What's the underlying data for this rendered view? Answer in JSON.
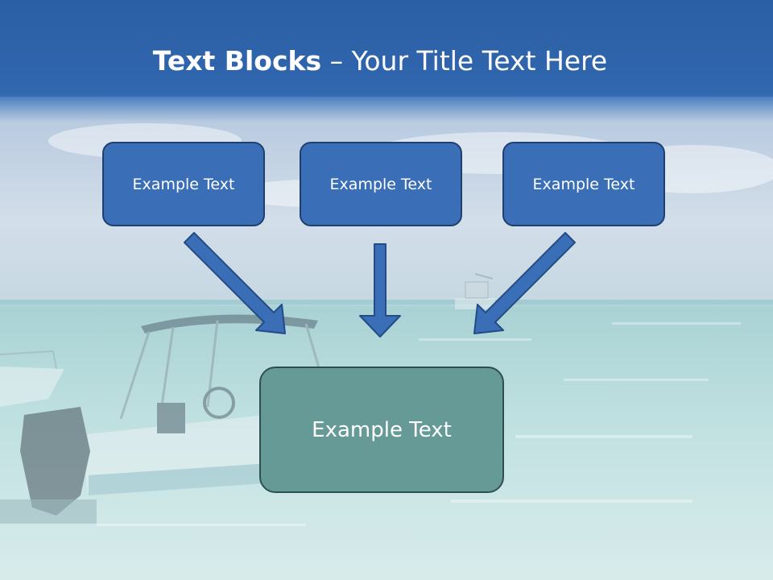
{
  "slide": {
    "title_bold": "Text Blocks",
    "title_separator": " – ",
    "title_rest": "Your Title Text Here"
  },
  "blocks": {
    "top": [
      {
        "label": "Example Text"
      },
      {
        "label": "Example Text"
      },
      {
        "label": "Example Text"
      }
    ],
    "bottom": {
      "label": "Example Text"
    }
  },
  "colors": {
    "header_band": "#2a5ea6",
    "top_block_fill": "#3a6fb8",
    "top_block_border": "#1f3f6e",
    "bottom_block_fill": "#659a97",
    "bottom_block_border": "#2e4f52",
    "arrow_fill": "#3a6fb8",
    "arrow_stroke": "#234b85"
  },
  "background": {
    "subject": "sea-with-boats-photo"
  }
}
